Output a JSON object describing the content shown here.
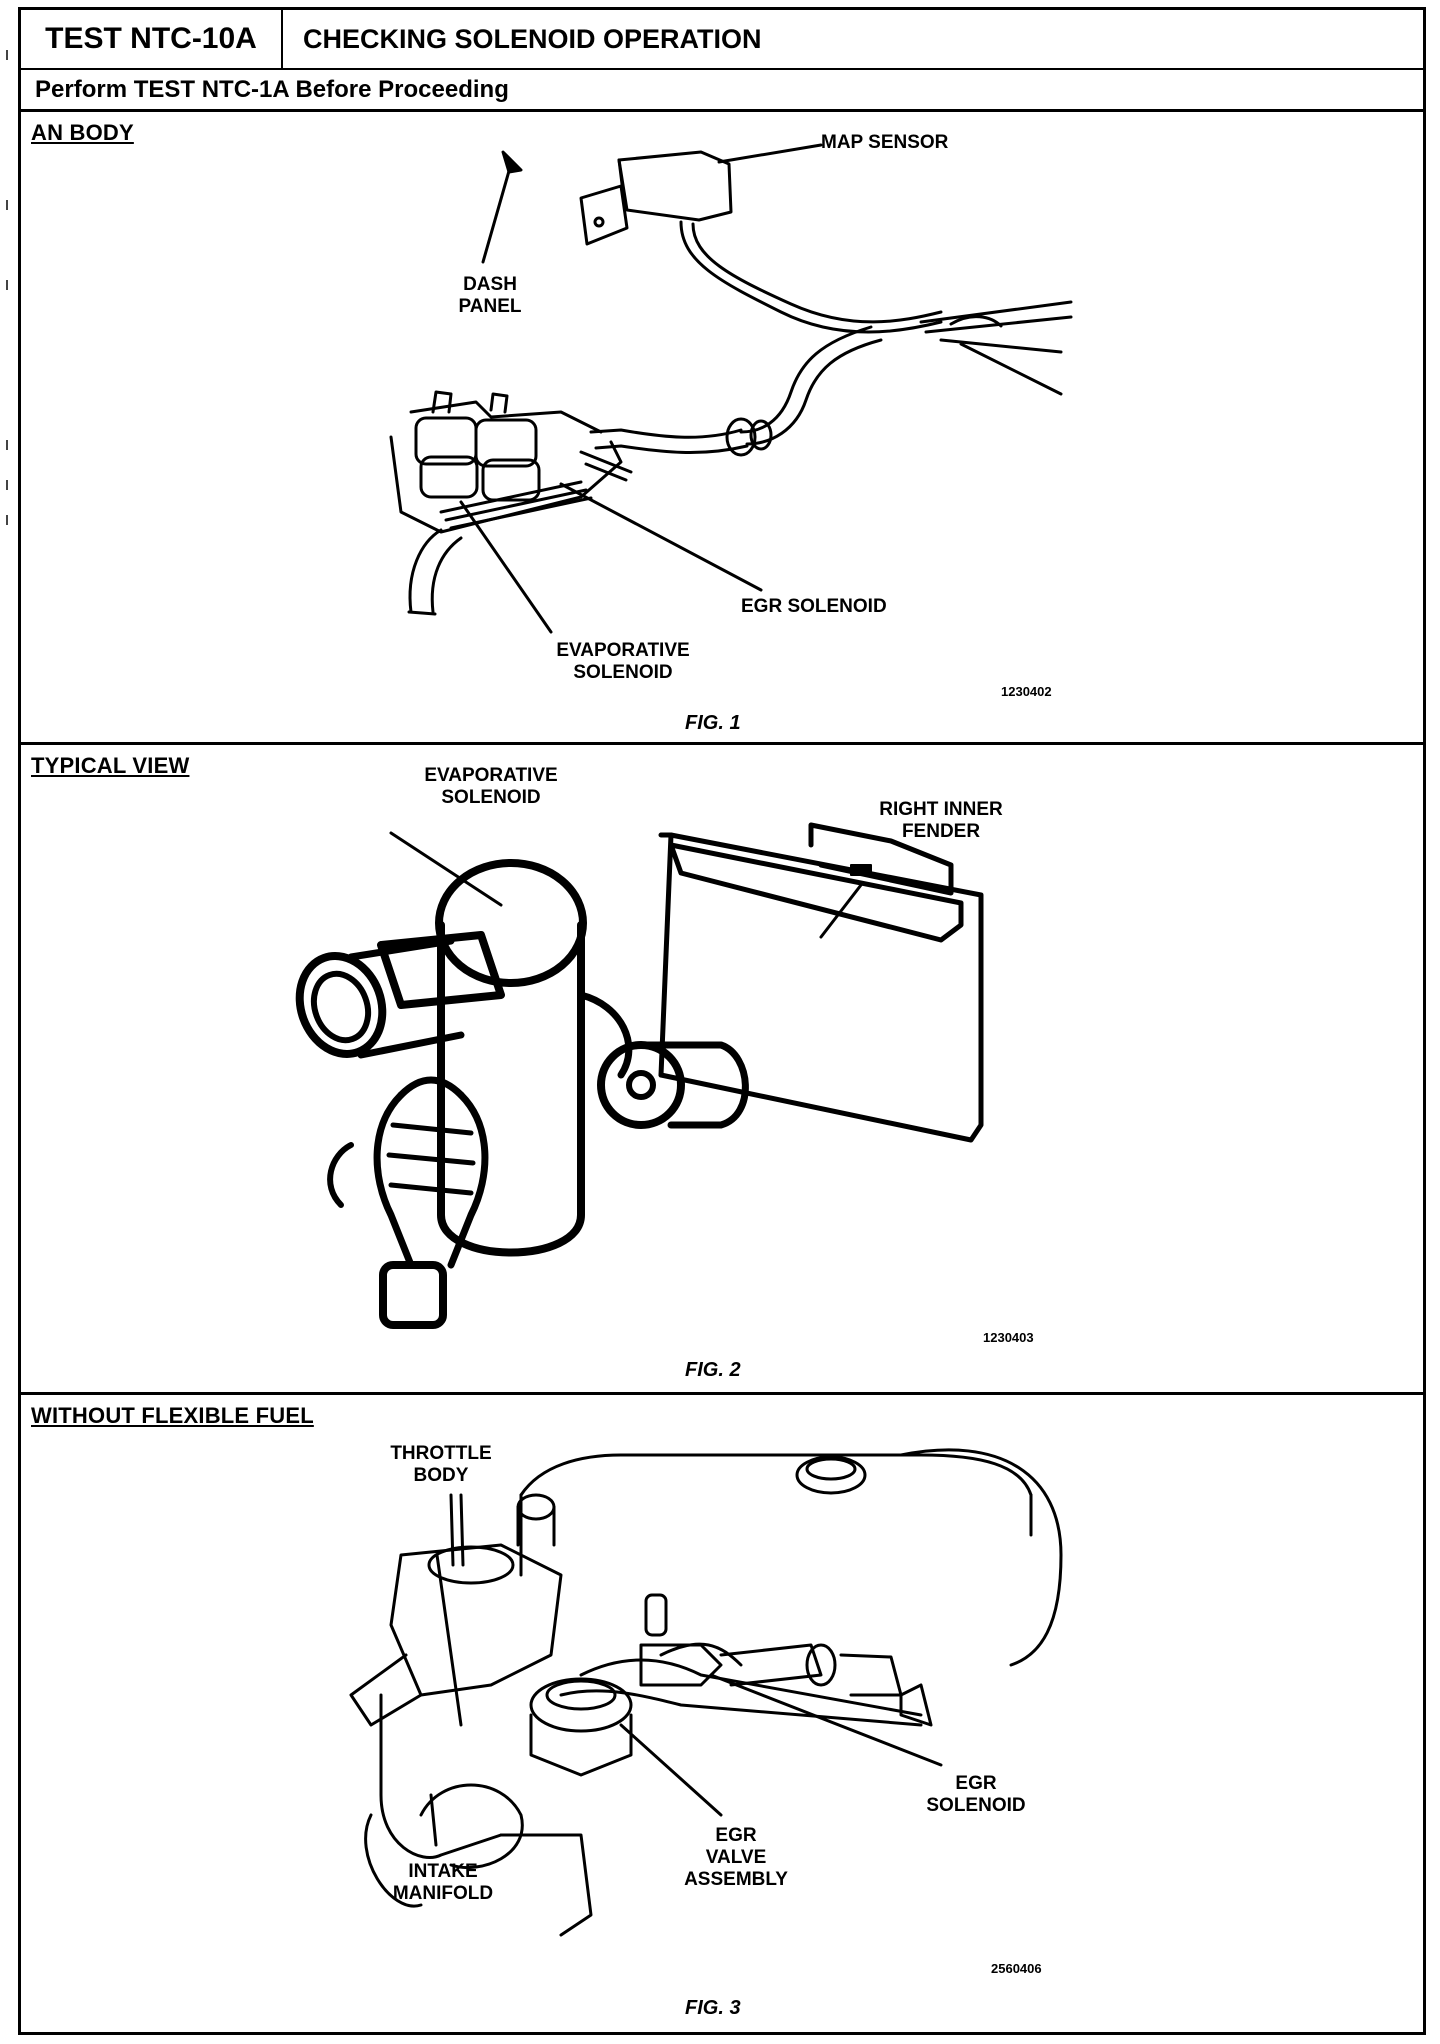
{
  "header": {
    "test_id": "TEST NTC-10A",
    "title": "CHECKING SOLENOID OPERATION",
    "prereq": "Perform TEST NTC-1A Before Proceeding"
  },
  "panels": [
    {
      "title": "AN BODY",
      "labels": {
        "map_sensor": "MAP SENSOR",
        "dash_panel_1": "DASH",
        "dash_panel_2": "PANEL",
        "egr_solenoid": "EGR SOLENOID",
        "evap_1": "EVAPORATIVE",
        "evap_2": "SOLENOID"
      },
      "code": "1230402",
      "fig": "FIG. 1"
    },
    {
      "title": "TYPICAL VIEW",
      "labels": {
        "evap_1": "EVAPORATIVE",
        "evap_2": "SOLENOID",
        "fender_1": "RIGHT INNER",
        "fender_2": "FENDER"
      },
      "code": "1230403",
      "fig": "FIG. 2"
    },
    {
      "title": "WITHOUT FLEXIBLE FUEL",
      "labels": {
        "throttle_1": "THROTTLE",
        "throttle_2": "BODY",
        "egr_sol_1": "EGR",
        "egr_sol_2": "SOLENOID",
        "egr_valve_1": "EGR",
        "egr_valve_2": "VALVE",
        "egr_valve_3": "ASSEMBLY",
        "intake_1": "INTAKE",
        "intake_2": "MANIFOLD"
      },
      "code": "2560406",
      "fig": "FIG. 3"
    }
  ]
}
